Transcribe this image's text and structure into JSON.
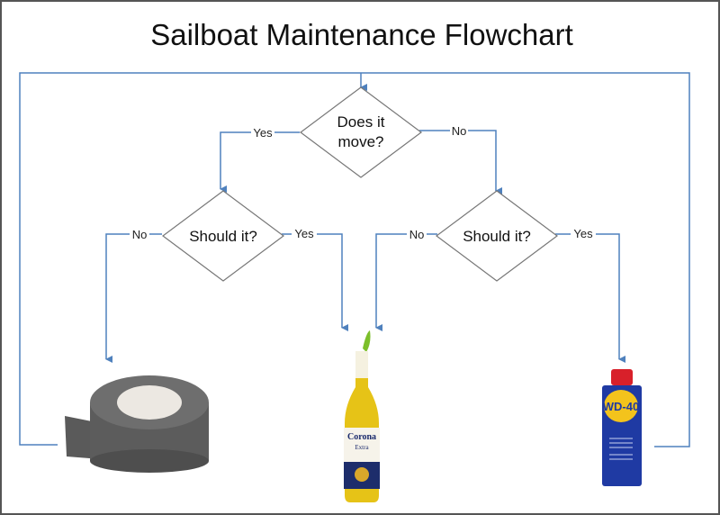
{
  "title": "Sailboat Maintenance Flowchart",
  "colors": {
    "connector": "#4f81bd",
    "diamond_stroke": "#777777"
  },
  "nodes": {
    "start": {
      "line1": "Does it",
      "line2": "move?"
    },
    "left": {
      "text": "Should it?"
    },
    "right": {
      "text": "Should it?"
    }
  },
  "edges": {
    "start_yes": "Yes",
    "start_no": "No",
    "left_no": "No",
    "left_yes": "Yes",
    "right_no": "No",
    "right_yes": "Yes"
  },
  "outcomes": {
    "tape": {
      "icon": "duct-tape-icon"
    },
    "beer": {
      "icon": "corona-beer-icon",
      "label1": "Corona",
      "label2": "Extra"
    },
    "wd40": {
      "icon": "wd40-can-icon",
      "label": "WD-40"
    }
  }
}
